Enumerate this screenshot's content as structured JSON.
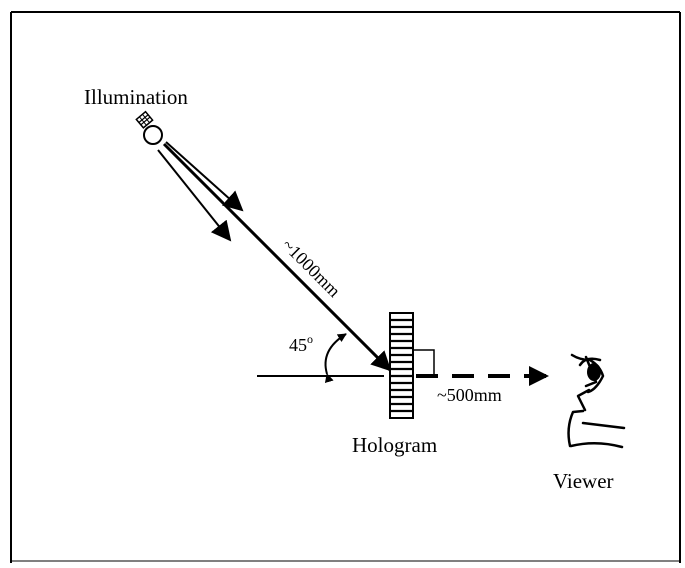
{
  "labels": {
    "illumination": "Illumination",
    "distance_source": "~1000mm",
    "angle": "45",
    "angle_unit": "o",
    "distance_viewer": "~500mm",
    "hologram": "Hologram",
    "viewer": "Viewer"
  }
}
